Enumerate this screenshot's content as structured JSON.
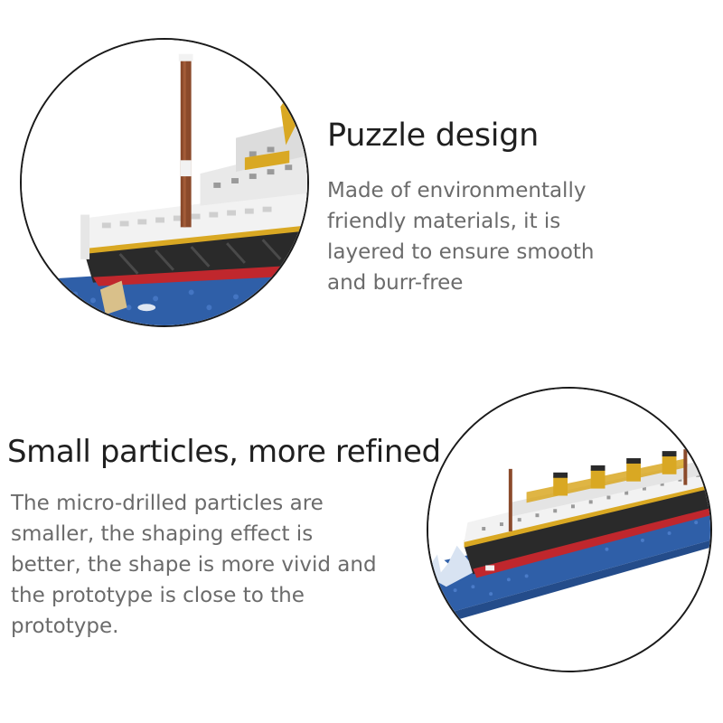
{
  "sections": [
    {
      "heading": "Puzzle design",
      "description_lines": [
        "Made of environmentally",
        "friendly materials, it is",
        "layered to ensure smooth",
        "and burr-free"
      ]
    },
    {
      "heading": "Small particles, more refined",
      "description_lines": [
        "The micro-drilled particles are",
        "smaller, the shaping effect is",
        "better, the shape is more vivid and",
        "the prototype is close to the",
        "prototype."
      ]
    }
  ],
  "colors": {
    "heading": "#1f1f1f",
    "description": "#6b6b6b",
    "circle_border": "#1a1a1a",
    "hull_black": "#2a2a2a",
    "hull_red": "#c0272d",
    "deck_white": "#f2f2f2",
    "funnel_yellow": "#d9a823",
    "water_blue": "#2f5fa8"
  },
  "images": [
    {
      "name": "ship-closeup-photo"
    },
    {
      "name": "ship-full-model-photo"
    }
  ]
}
